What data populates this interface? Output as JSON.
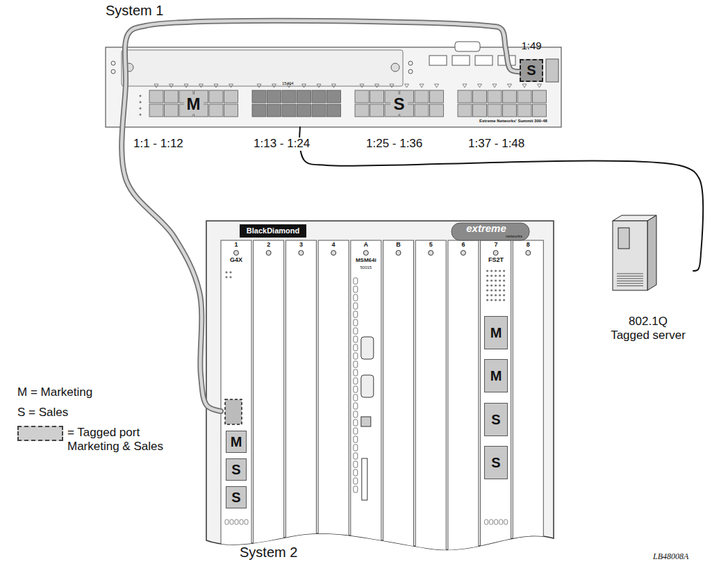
{
  "diagram": {
    "nodes": [
      {
        "text": [
          "System 1"
        ]
      },
      {
        "text": [
          "M"
        ],
        "in": 0
      },
      {
        "text": [
          "S"
        ],
        "in": 0
      },
      {
        "text": [
          "1:49",
          "S"
        ],
        "in": 0
      },
      {
        "text": [
          "System 2"
        ]
      },
      {
        "text": [
          "1",
          "G4X"
        ],
        "in": 4
      },
      {
        "text": [
          "M"
        ],
        "in": 5
      },
      {
        "text": [
          "S"
        ],
        "in": 5
      },
      {
        "text": [
          "S"
        ],
        "in": 5
      },
      {
        "text": [
          "7",
          "FS2T"
        ],
        "in": 4
      },
      {
        "text": [
          "M"
        ],
        "in": 9
      },
      {
        "text": [
          "M"
        ],
        "in": 9
      },
      {
        "text": [
          "S"
        ],
        "in": 9
      },
      {
        "text": [
          "S"
        ],
        "in": 9
      },
      {
        "text": [
          "802.1Q Tagged server"
        ]
      }
    ],
    "edges": [
      {
        "from": 3,
        "to": 5,
        "arrow": "none"
      },
      {
        "from": 0,
        "to": 14,
        "arrow": "none"
      }
    ],
    "labels": [
      "1:1 - 1:12",
      "1:13 - 1:24",
      "1:25 - 1:36",
      "1:37 - 1:48",
      "15404",
      "Extreme Networks' Summit 300-48",
      "BlackDiamond",
      "extreme",
      "networks",
      "2",
      "3",
      "4",
      "A",
      "B",
      "5",
      "6",
      "8",
      "MSM64i",
      "50015",
      "LB48008A"
    ],
    "legend": [
      {
        "text": "M = Marketing"
      },
      {
        "text": "S = Sales"
      },
      {
        "text": "= Tagged port Marketing & Sales"
      }
    ]
  }
}
